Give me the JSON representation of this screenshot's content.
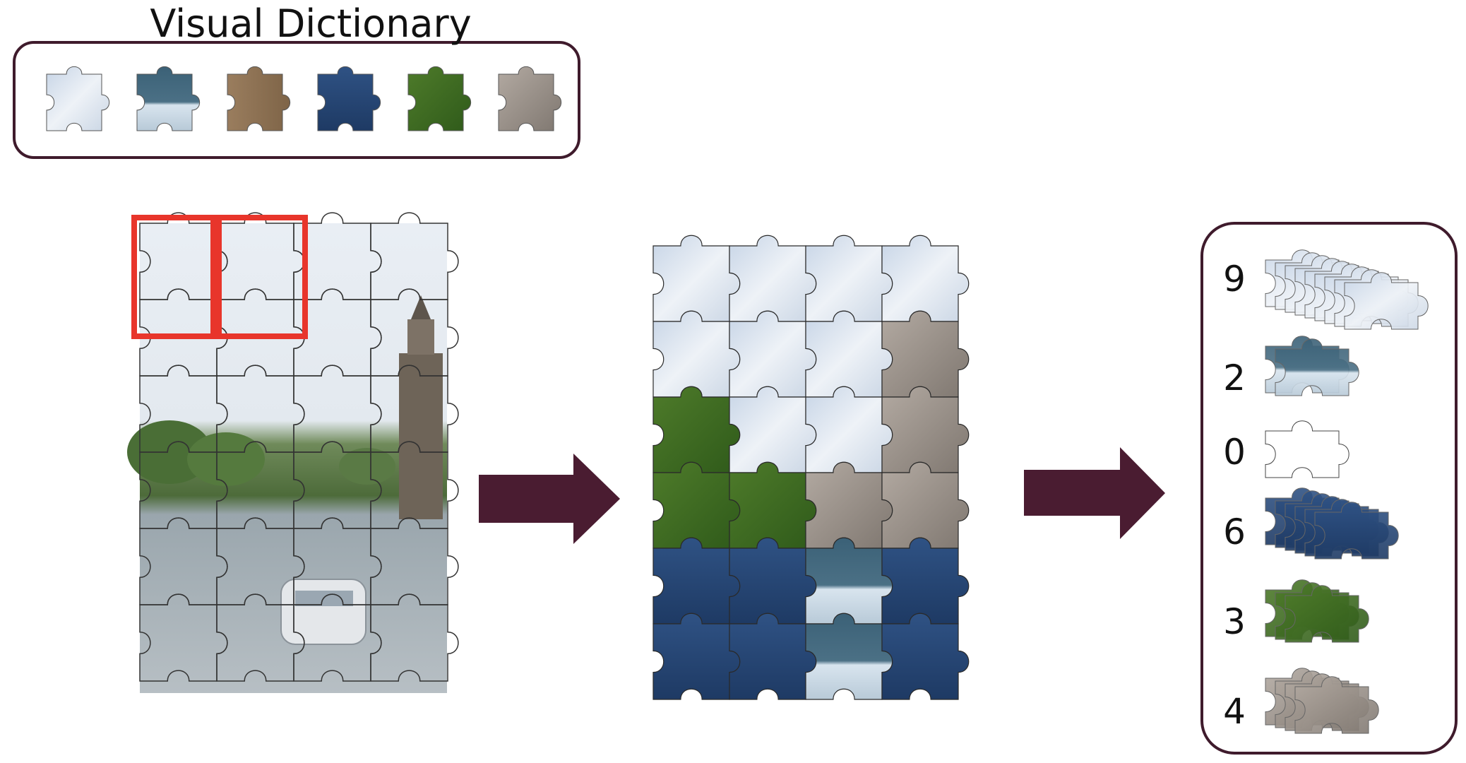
{
  "dictionary": {
    "title": "Visual Dictionary",
    "words": [
      {
        "name": "sky",
        "icon": "sky-puzzle-piece-icon"
      },
      {
        "name": "sky-water",
        "icon": "sky-water-puzzle-piece-icon"
      },
      {
        "name": "wood",
        "icon": "wood-puzzle-piece-icon"
      },
      {
        "name": "water",
        "icon": "water-puzzle-piece-icon"
      },
      {
        "name": "grass",
        "icon": "grass-puzzle-piece-icon"
      },
      {
        "name": "stone",
        "icon": "stone-puzzle-piece-icon"
      }
    ]
  },
  "histogram": {
    "counts": [
      "9",
      "2",
      "0",
      "6",
      "3",
      "4"
    ],
    "values": [
      9,
      2,
      0,
      6,
      3,
      4
    ]
  },
  "colors": {
    "frame": "#3f1b2c",
    "arrow": "#4a1c31",
    "highlight": "#e8352b",
    "sky": "#dfe6f0",
    "sky_dark": "#b7c7dd",
    "water": "#2d4e7e",
    "water_dark": "#1f3d68",
    "wood": "#8f7558",
    "grass": "#3f6a22",
    "stone": "#9a928a",
    "teal": "#3d6378"
  }
}
